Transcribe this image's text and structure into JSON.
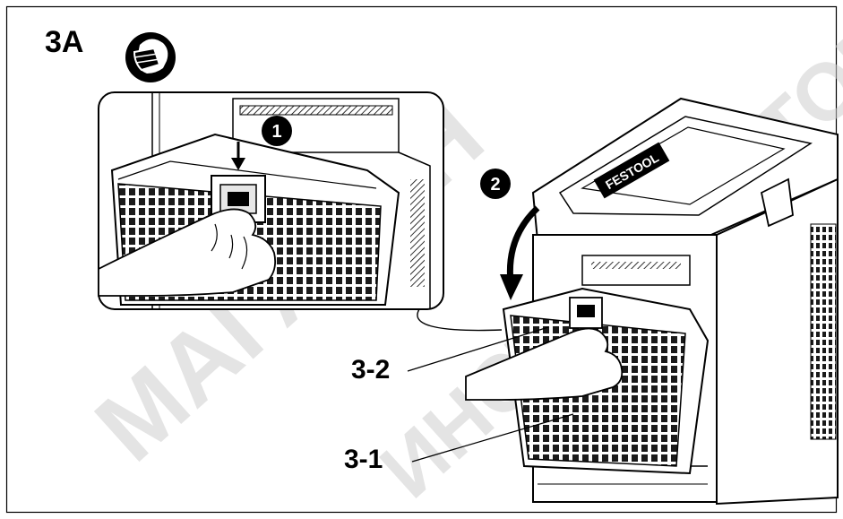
{
  "figure": {
    "id": "3A",
    "icons": [
      "respirator-mask-icon"
    ],
    "steps": [
      "1",
      "2"
    ],
    "callouts": [
      "3-2",
      "3-1"
    ]
  },
  "brand_mark": "FESTOOL",
  "watermark": {
    "lines": [
      "МАГАЗИН",
      "ИНСТРУМЕНТОВ"
    ],
    "color": "#cfcfcf"
  },
  "colors": {
    "ink": "#000000",
    "paper": "#ffffff"
  }
}
